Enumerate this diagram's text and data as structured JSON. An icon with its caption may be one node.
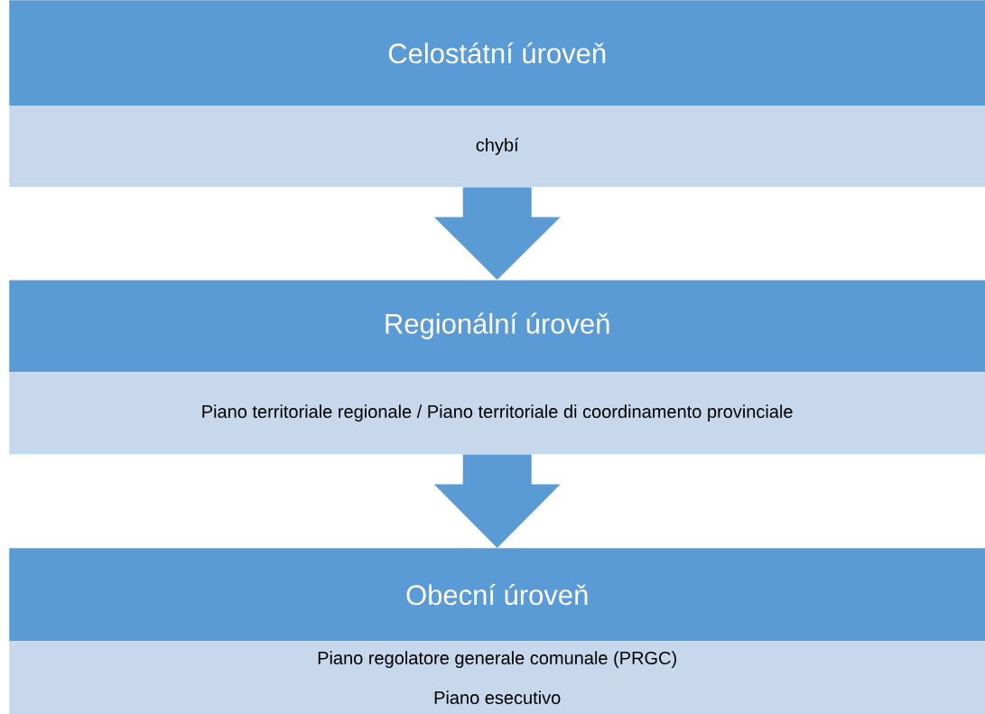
{
  "diagram": {
    "nodes": [
      {
        "text": [
          "Celostátní úroveň"
        ]
      },
      {
        "text": [
          "chybí"
        ]
      },
      {
        "text": [
          "Regionální úroveň"
        ]
      },
      {
        "text": [
          "Piano territoriale regionale / Piano territoriale di coordinamento provinciale"
        ]
      },
      {
        "text": [
          "Obecní úroveň"
        ]
      },
      {
        "text": [
          "Piano regolatore generale comunale (PRGC)",
          "Piano esecutivo"
        ]
      }
    ],
    "edges": [
      {
        "from": 1,
        "to": 2,
        "arrow": "to"
      },
      {
        "from": 3,
        "to": 4,
        "arrow": "to"
      }
    ]
  }
}
